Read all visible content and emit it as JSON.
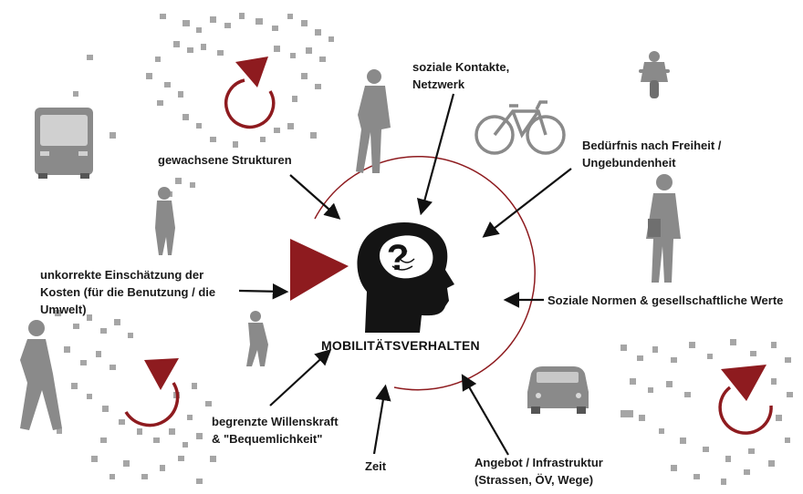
{
  "center": {
    "title": "MOBILITÄTSVERHALTEN",
    "symbol": "?"
  },
  "factors": {
    "soziale_kontakte": [
      "soziale Kontakte,",
      "Netzwerk"
    ],
    "freiheit": [
      "Bedürfnis nach Freiheit /",
      "Ungebundenheit"
    ],
    "normen": "Soziale Normen & gesellschaftliche Werte",
    "angebot": [
      "Angebot / Infrastruktur",
      "(Strassen, ÖV, Wege)"
    ],
    "zeit": "Zeit",
    "willenskraft": [
      "begrenzte Willenskraft",
      "& \"Bequemlichkeit\""
    ],
    "kosten": [
      "unkorrekte Einschätzung der",
      "Kosten (für die Benutzung / die",
      "Umwelt)"
    ],
    "strukturen": "gewachsene Strukturen"
  },
  "icons": [
    "bus-icon",
    "motorcycle-icon",
    "bicycle-icon",
    "car-icon",
    "person-walking-icon",
    "woman-icon",
    "child-icon",
    "businessman-icon",
    "head-silhouette-icon",
    "cycle-arrow-icon",
    "play-triangle-icon"
  ],
  "colors": {
    "accent": "#8e1b1f",
    "silhouette": "#8a8a8a",
    "text": "#1a1a1a"
  }
}
